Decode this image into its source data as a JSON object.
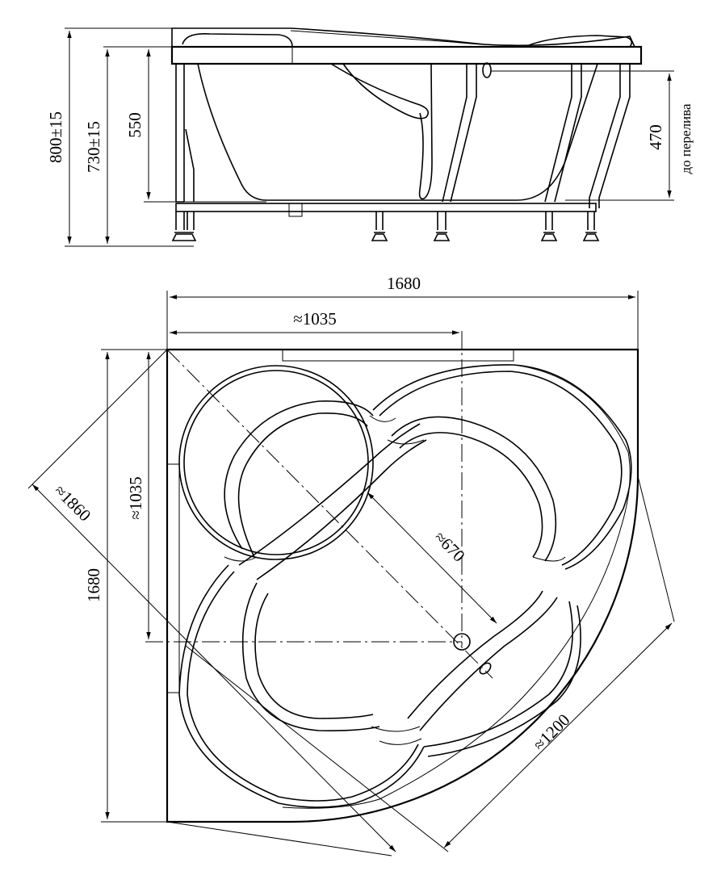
{
  "side_view": {
    "dims": {
      "total_height": "800±15",
      "rim_height": "730±15",
      "depth": "550",
      "overflow_depth": "470",
      "overflow_note": "до перелива"
    }
  },
  "top_view": {
    "dims": {
      "width": "1680",
      "height": "1680",
      "half_width": "≈1035",
      "half_height": "≈1035",
      "diagonal": "≈1860",
      "inner_diagonal": "≈670",
      "front_width": "≈1200"
    }
  },
  "colors": {
    "line": "#000000",
    "background": "#ffffff"
  }
}
